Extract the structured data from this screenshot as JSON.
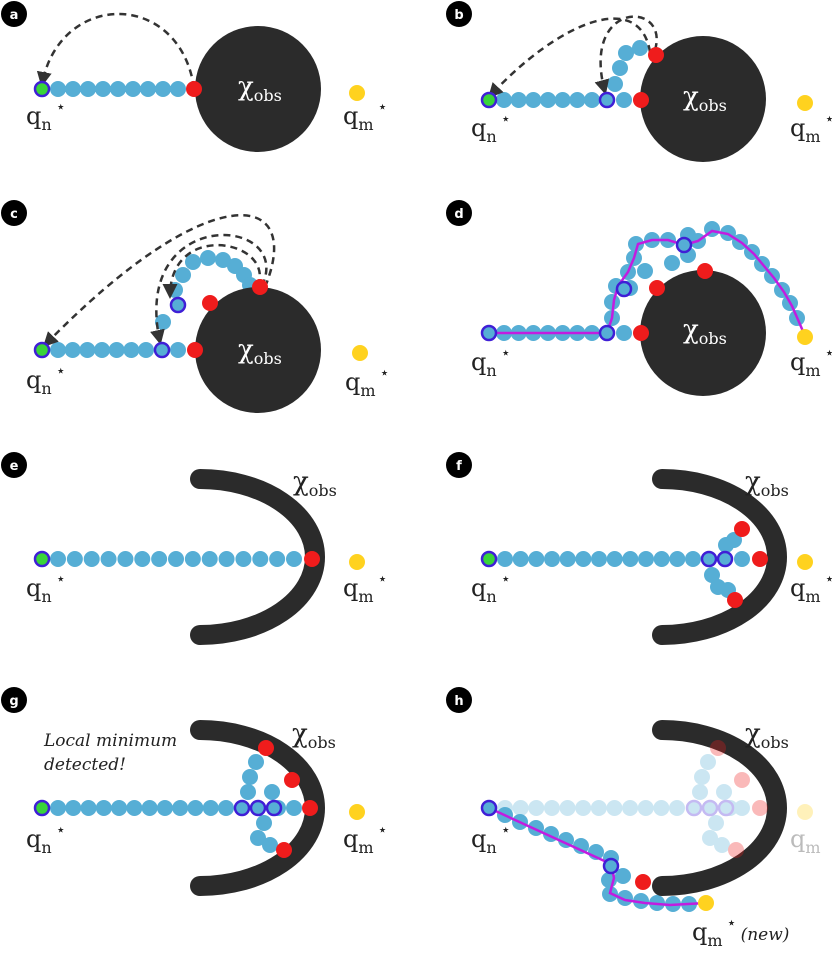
{
  "colors": {
    "obstacle": "#2b2b2b",
    "node": "#56aed5",
    "collision": "#ef1c1c",
    "goal": "#ffd21f",
    "start_fill": "#39d43a",
    "ring": "#3f1fd6",
    "path": "#c21ce0",
    "arrow": "#333333"
  },
  "panels": [
    {
      "label": "a",
      "q_n": "q",
      "q_n_sub": "n",
      "q_n_sup": "⋆",
      "q_m": "q",
      "q_m_sub": "m",
      "q_m_sup": "⋆",
      "obstacle_symbol": "χ",
      "obstacle_sub": "obs"
    },
    {
      "label": "b",
      "q_n": "q",
      "q_n_sub": "n",
      "q_n_sup": "⋆",
      "q_m": "q",
      "q_m_sub": "m",
      "q_m_sup": "⋆",
      "obstacle_symbol": "χ",
      "obstacle_sub": "obs"
    },
    {
      "label": "c",
      "q_n": "q",
      "q_n_sub": "n",
      "q_n_sup": "⋆",
      "q_m": "q",
      "q_m_sub": "m",
      "q_m_sup": "⋆",
      "obstacle_symbol": "χ",
      "obstacle_sub": "obs"
    },
    {
      "label": "d",
      "q_n": "q",
      "q_n_sub": "n",
      "q_n_sup": "⋆",
      "q_m": "q",
      "q_m_sub": "m",
      "q_m_sup": "⋆",
      "obstacle_symbol": "χ",
      "obstacle_sub": "obs"
    },
    {
      "label": "e",
      "q_n": "q",
      "q_n_sub": "n",
      "q_n_sup": "⋆",
      "q_m": "q",
      "q_m_sub": "m",
      "q_m_sup": "⋆",
      "obstacle_symbol": "χ",
      "obstacle_sub": "obs"
    },
    {
      "label": "f",
      "q_n": "q",
      "q_n_sub": "n",
      "q_n_sup": "⋆",
      "q_m": "q",
      "q_m_sub": "m",
      "q_m_sup": "⋆",
      "obstacle_symbol": "χ",
      "obstacle_sub": "obs"
    },
    {
      "label": "g",
      "q_n": "q",
      "q_n_sub": "n",
      "q_n_sup": "⋆",
      "q_m": "q",
      "q_m_sub": "m",
      "q_m_sup": "⋆",
      "obstacle_symbol": "χ",
      "obstacle_sub": "obs",
      "note_line1": "Local minimum",
      "note_line2": "detected!"
    },
    {
      "label": "h",
      "q_n": "q",
      "q_n_sub": "n",
      "q_n_sup": "⋆",
      "q_m": "q",
      "q_m_sub": "m",
      "q_m_sup": "",
      "obstacle_symbol": "χ",
      "obstacle_sub": "obs",
      "q_new": "q",
      "q_new_sub": "m",
      "q_new_sup": "⋆",
      "q_new_tag": "(new)"
    }
  ]
}
